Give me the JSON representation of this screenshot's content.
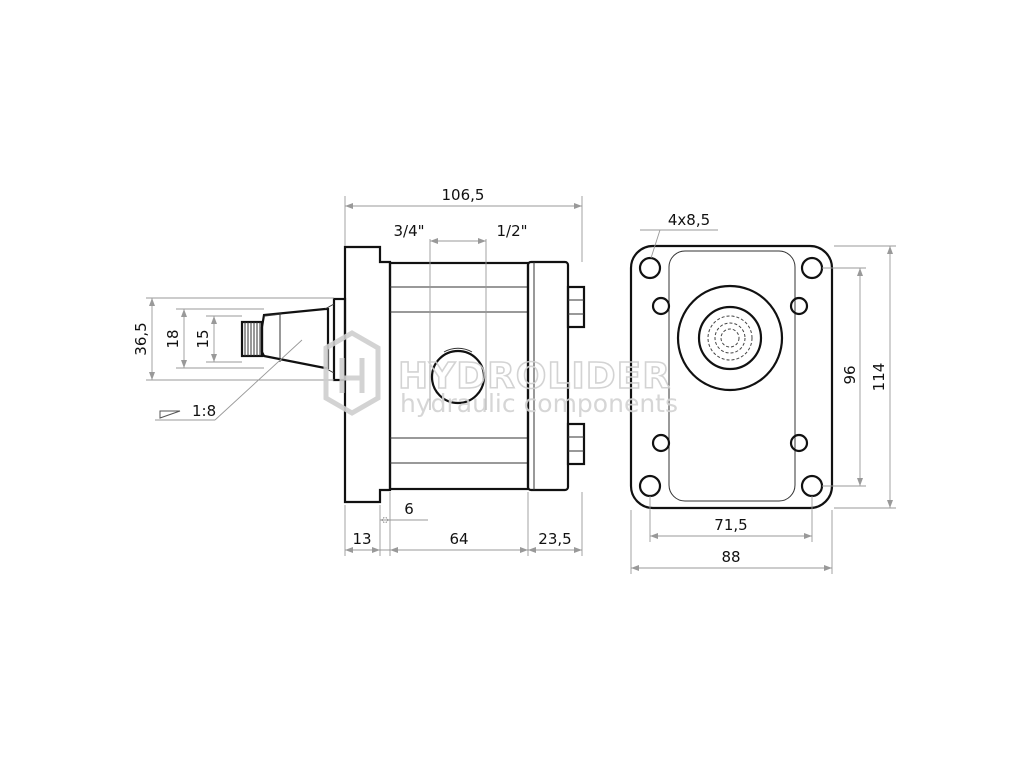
{
  "dimensions": {
    "overall_length": "106,5",
    "port_3_4": "3/4\"",
    "port_1_2": "1/2\"",
    "holes": "4x8,5",
    "d36_5": "36,5",
    "d18": "18",
    "d15": "15",
    "taper": "1:8",
    "d6": "6",
    "d13": "13",
    "d64": "64",
    "d23_5": "23,5",
    "d71_5": "71,5",
    "d88": "88",
    "d96": "96",
    "d114": "114"
  },
  "watermark": {
    "brand": "HYDROLIDER",
    "tagline": "hydraulic components"
  }
}
